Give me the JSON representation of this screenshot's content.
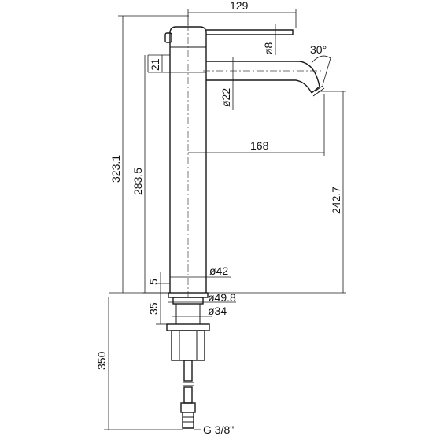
{
  "dimensions": {
    "top_width": "129",
    "lever_dia": "ø8",
    "spout_angle": "30°",
    "lever_height": "21",
    "spout_dia": "ø22",
    "spout_reach": "168",
    "spout_height": "283.5",
    "total_height": "323.1",
    "outlet_height": "242.7",
    "base_gap": "5",
    "body_dia": "ø42",
    "base_dia": "ø49.8",
    "base_height": "35",
    "thread_dia": "ø34",
    "hose_length": "350",
    "connection": "G 3/8\""
  }
}
